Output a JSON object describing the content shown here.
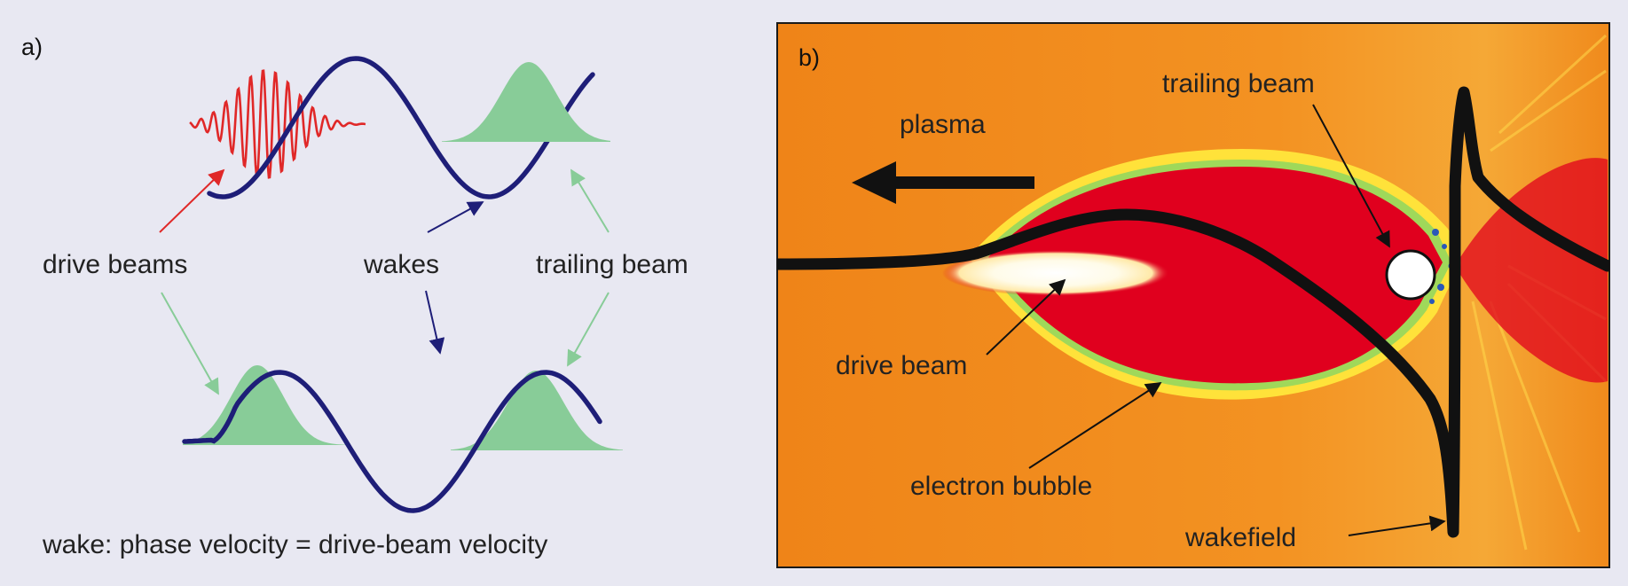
{
  "panel_a": {
    "tag": "a)",
    "labels": {
      "drive_beams": "drive beams",
      "wakes": "wakes",
      "trailing_beam": "trailing beam"
    },
    "caption": "wake: phase velocity = drive-beam velocity"
  },
  "panel_b": {
    "tag": "b)",
    "labels": {
      "plasma": "plasma",
      "trailing_beam": "trailing beam",
      "drive_beam": "drive beam",
      "electron_bubble": "electron bubble",
      "wakefield": "wakefield"
    }
  },
  "colors": {
    "page_background": "#e8e8f2",
    "wave": "#1e1e78",
    "laser": "#e02828",
    "beam_fill": "#88cc98",
    "arrow_red": "#e02828",
    "arrow_blue": "#1e1e78",
    "arrow_green": "#88cc98",
    "plasma_orange": "#f08a1c",
    "bubble_red": "#e0001e",
    "ink": "#111111"
  }
}
